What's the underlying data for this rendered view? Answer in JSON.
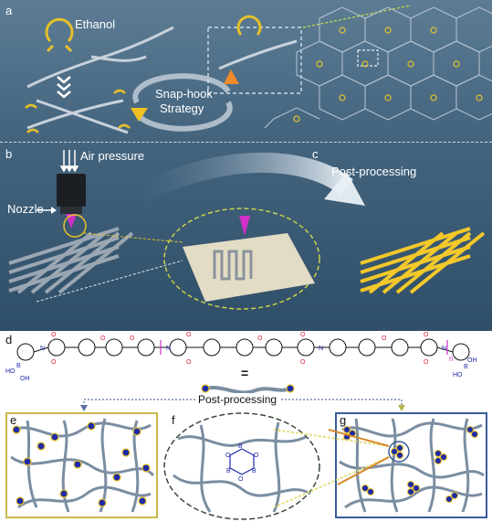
{
  "panels": {
    "a": "a",
    "b": "b",
    "c": "c",
    "d": "d",
    "e": "e",
    "f": "f",
    "g": "g"
  },
  "labels": {
    "ethanol": "Ethanol",
    "snap_hook": "Snap-hook",
    "strategy": "Strategy",
    "air_pressure": "Air pressure",
    "nozzle": "Nozzle",
    "post_processing_top": "Post-processing",
    "post_processing_bottom": "Post-processing",
    "equals": "=",
    "n": "n"
  },
  "colors": {
    "background_top": "#45657f",
    "yellow_lattice": "#e6c12a",
    "chain_gray": "#6d7f90",
    "dot_blue": "#1e2aa8",
    "accent_orange": "#f08a2b",
    "accent_yellow": "#f0c020",
    "magenta": "#d12fc8"
  },
  "icons": [
    "snap-hook-icon",
    "chain-icon",
    "lattice-icon",
    "nozzle-icon",
    "arrow-icon"
  ]
}
